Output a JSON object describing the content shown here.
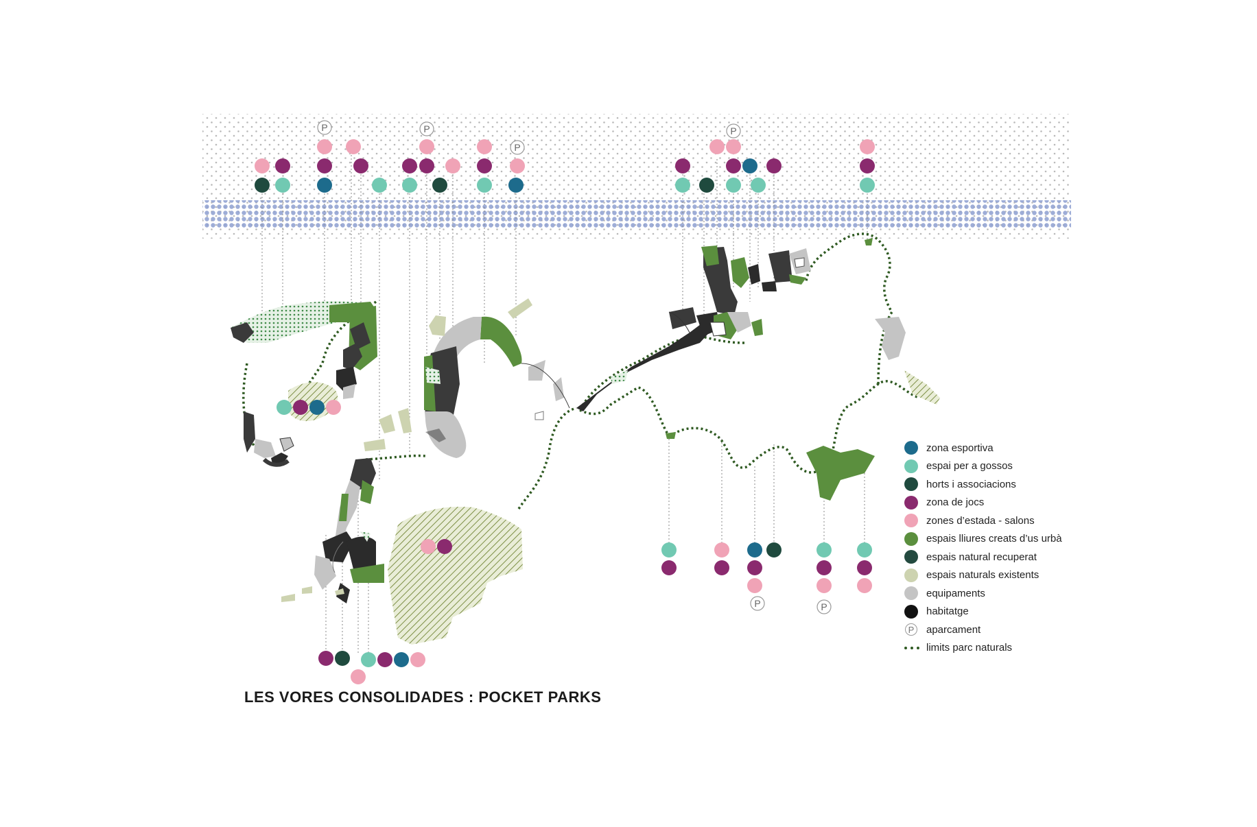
{
  "title": "LES VORES CONSOLIDADES : POCKET PARKS",
  "colors": {
    "zona_esportiva": "#1d6b8c",
    "espai_gossos": "#71c9b2",
    "horts": "#1f4a3e",
    "zona_jocs": "#8a2a6e",
    "zones_estada": "#f0a3b6",
    "espais_lliures": "#5b8f3e",
    "natural_recuperat": "#1f4a3e",
    "naturals_existents": "#cdd3b0",
    "equipaments": "#c4c4c4",
    "habitatge": "#2b2b2b",
    "limits": "#2f5a22"
  },
  "legend": [
    {
      "key": "zona_esportiva",
      "label": "zona esportiva",
      "color": "#1d6b8c",
      "kind": "dot"
    },
    {
      "key": "espai_gossos",
      "label": "espai per a gossos",
      "color": "#71c9b2",
      "kind": "dot"
    },
    {
      "key": "horts",
      "label": "horts i associacions",
      "color": "#1f4a3e",
      "kind": "dot"
    },
    {
      "key": "zona_jocs",
      "label": "zona de jocs",
      "color": "#8a2a6e",
      "kind": "dot"
    },
    {
      "key": "zones_estada",
      "label": "zones d’estada - salons",
      "color": "#f0a3b6",
      "kind": "dot"
    },
    {
      "key": "espais_lliures",
      "label": "espais lliures creats d’us urbà",
      "color": "#5b8f3e",
      "kind": "dot"
    },
    {
      "key": "natural_recuperat",
      "label": "espais natural recuperat",
      "color": "#234a3f",
      "kind": "dot"
    },
    {
      "key": "naturals_existents",
      "label": "espais naturals existents",
      "color": "#cdd3b0",
      "kind": "dot"
    },
    {
      "key": "equipaments",
      "label": "equipaments",
      "color": "#c4c4c4",
      "kind": "dot"
    },
    {
      "key": "habitatge",
      "label": "habitatge",
      "color": "#111111",
      "kind": "dot"
    },
    {
      "key": "aparcament",
      "label": "aparcament",
      "color": "#ffffff",
      "kind": "parking",
      "symbol": "P"
    },
    {
      "key": "limits",
      "label": "limits parc naturals",
      "color": "#2f5a22",
      "kind": "dashed"
    }
  ],
  "icon_glyphs": {
    "zona_esportiva": "★",
    "espai_gossos": "♞",
    "horts": "♣",
    "zona_jocs": "☺",
    "zones_estada": "♠",
    "aparcament": "P"
  }
}
